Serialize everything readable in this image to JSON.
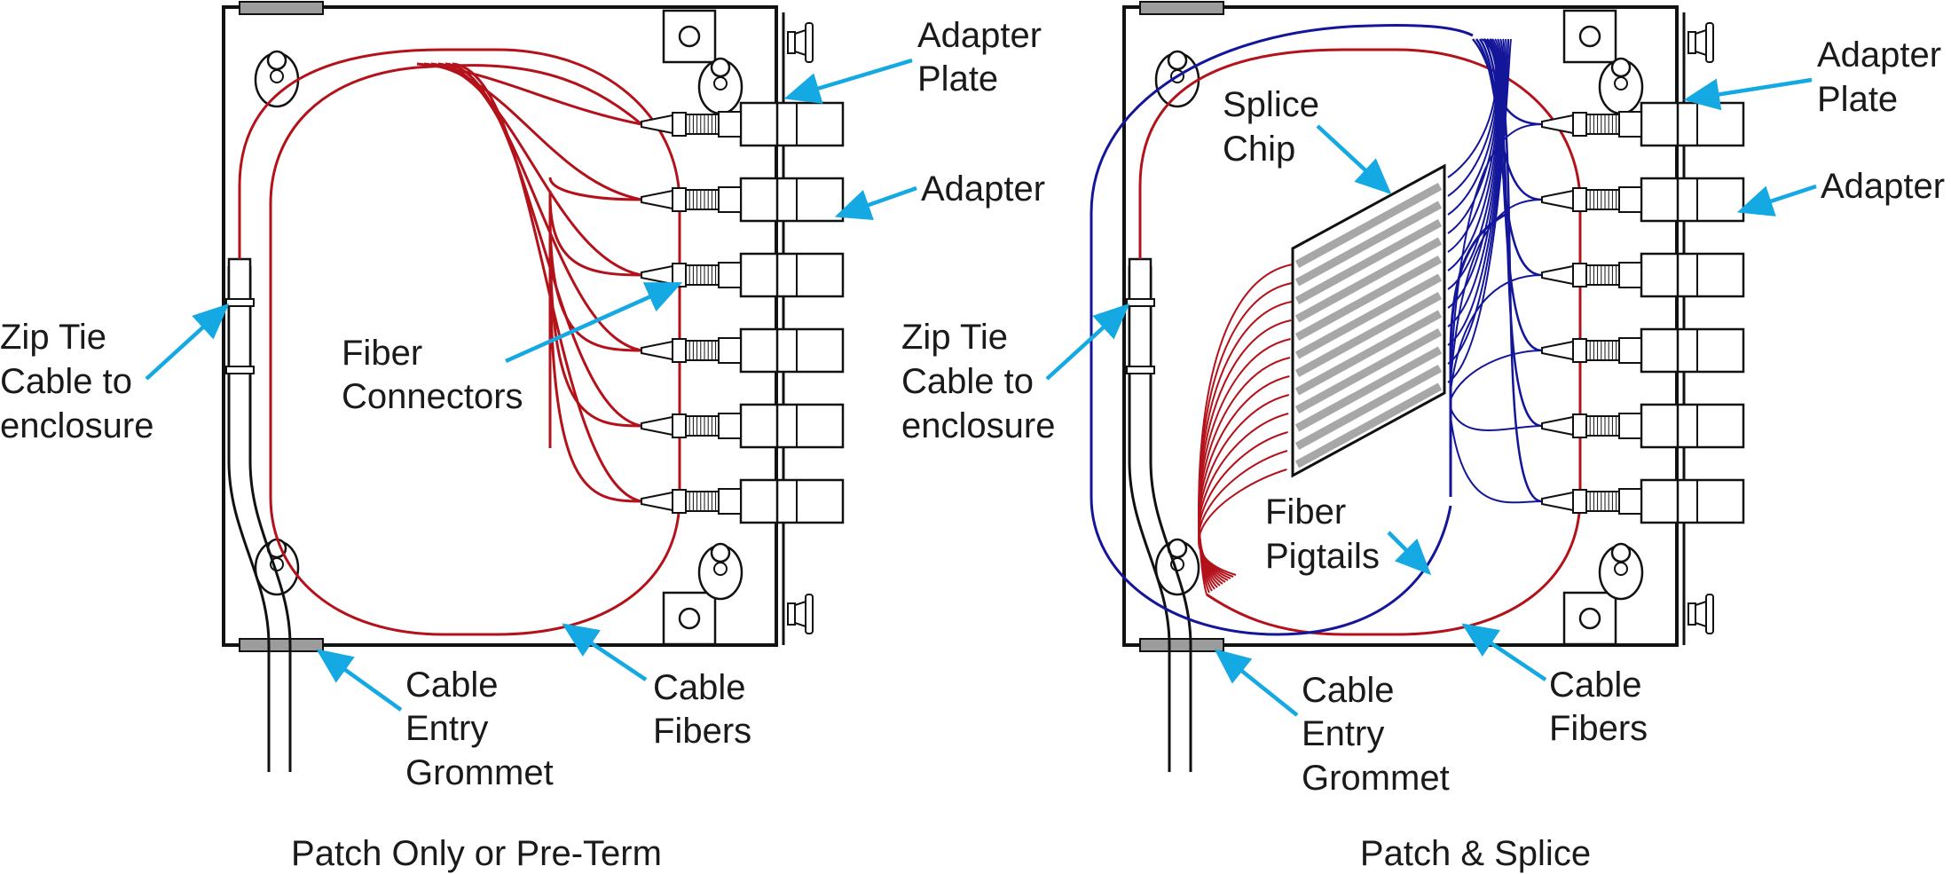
{
  "colors": {
    "cable_fiber": "#b3121b",
    "pigtail_fiber": "#14169a",
    "arrow": "#14a9e2",
    "outline": "#111111",
    "grommet": "#9c9c9c",
    "splice_bar": "#a7a7a7"
  },
  "icons": [
    "enclosure-box",
    "adapter",
    "fiber-connector",
    "dust-cap",
    "mounting-hole",
    "cable-entry-grommet",
    "zip-tie",
    "splice-chip"
  ],
  "left": {
    "caption": "Patch Only or Pre-Term",
    "labels": {
      "adapter_plate": [
        "Adapter",
        "Plate"
      ],
      "adapter": [
        "Adapter"
      ],
      "fiber_connectors": [
        "Fiber",
        "Connectors"
      ],
      "zip_tie": [
        "Zip Tie",
        "Cable to",
        "enclosure"
      ],
      "cable_entry_grommet": [
        "Cable",
        "Entry",
        "Grommet"
      ],
      "cable_fibers": [
        "Cable",
        "Fibers"
      ]
    }
  },
  "right": {
    "caption": "Patch & Splice",
    "labels": {
      "adapter_plate": [
        "Adapter",
        "Plate"
      ],
      "adapter": [
        "Adapter"
      ],
      "splice_chip": [
        "Splice",
        "Chip"
      ],
      "fiber_pigtails": [
        "Fiber",
        "Pigtails"
      ],
      "zip_tie": [
        "Zip Tie",
        "Cable to",
        "enclosure"
      ],
      "cable_entry_grommet": [
        "Cable",
        "Entry",
        "Grommet"
      ],
      "cable_fibers": [
        "Cable",
        "Fibers"
      ]
    }
  }
}
